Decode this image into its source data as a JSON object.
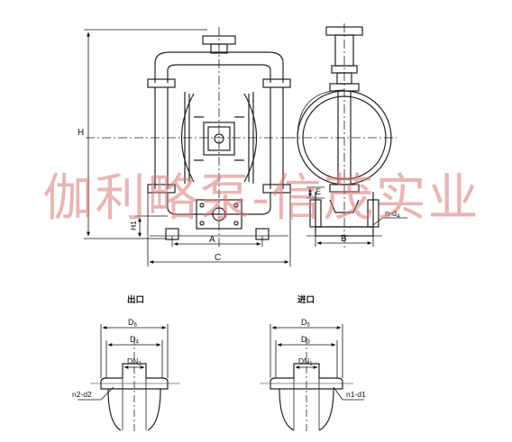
{
  "labels": {
    "H": "H",
    "H1": "H1",
    "A": "A",
    "C": "C",
    "E": "E",
    "B": "B",
    "n_d4": "n-d",
    "n_d4_sub": "4"
  },
  "outlet": {
    "title": "出口",
    "D6": "D",
    "D6_sub": "6",
    "D4": "D",
    "D4_sub": "4",
    "DN2": "DN",
    "DN2_sub": "2",
    "n2d2": "n2-d2"
  },
  "inlet": {
    "title": "进口",
    "D5": "D",
    "D5_sub": "5",
    "D3": "D",
    "D3_sub": "3",
    "DN1": "DN",
    "DN1_sub": "1",
    "n1d1": "n1-d1"
  },
  "watermark": "伽利略泵-信茂实业"
}
